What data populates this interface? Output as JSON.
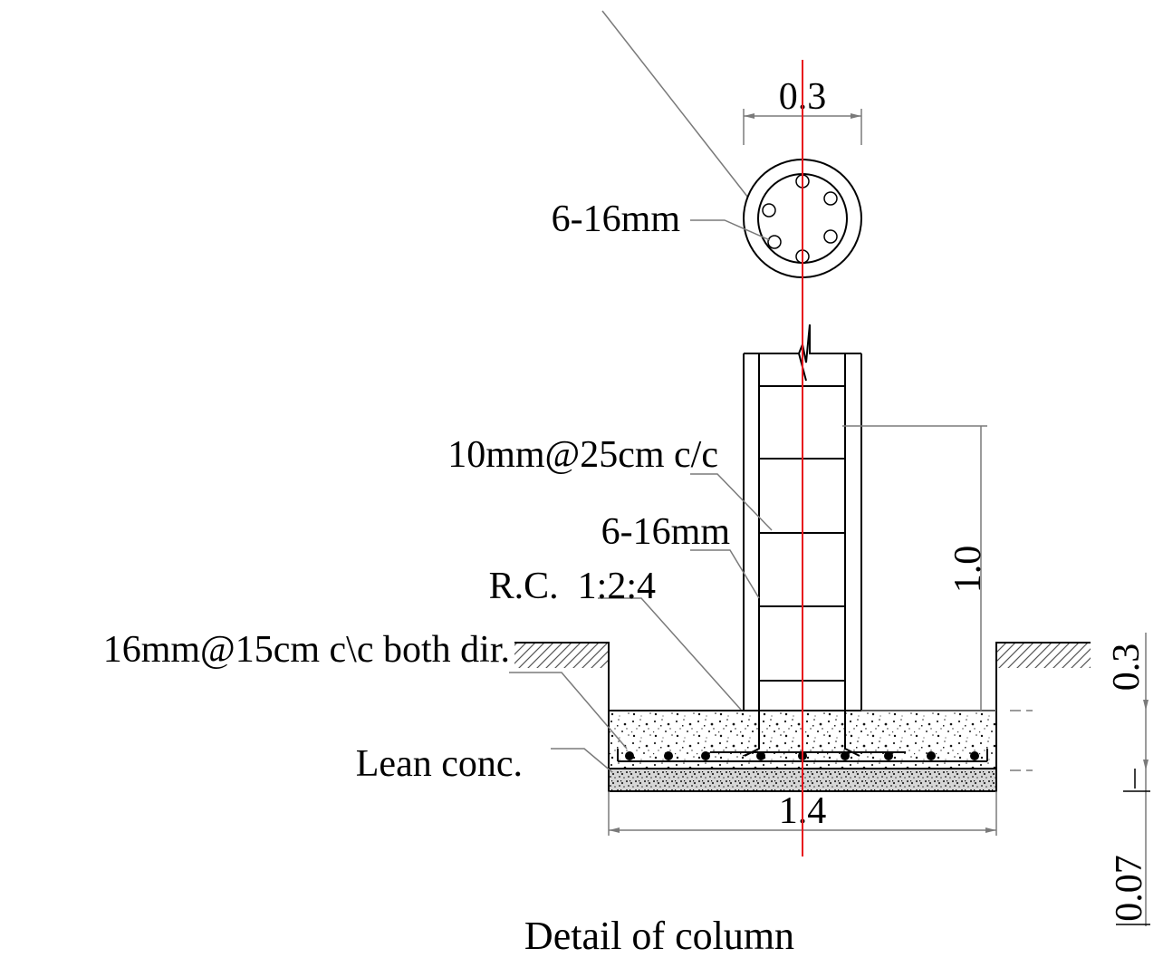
{
  "labels": {
    "col_width": "0.3",
    "section_bars": "6-16mm",
    "ties": "10mm@25cm c/c",
    "long_bars": "6-16mm",
    "concrete": "R.C.  1:2:4",
    "footing_rebar": "16mm@15cm c\\c both dir.",
    "lean": "Lean conc.",
    "footing_width": "1.4",
    "height": "1.0",
    "footing_thk": "0.3",
    "lean_thk": "0.07",
    "title": "Detail of column"
  },
  "colors": {
    "ink": "#000000",
    "centerline": "#e8141c",
    "leader": "#7a7a7a"
  }
}
